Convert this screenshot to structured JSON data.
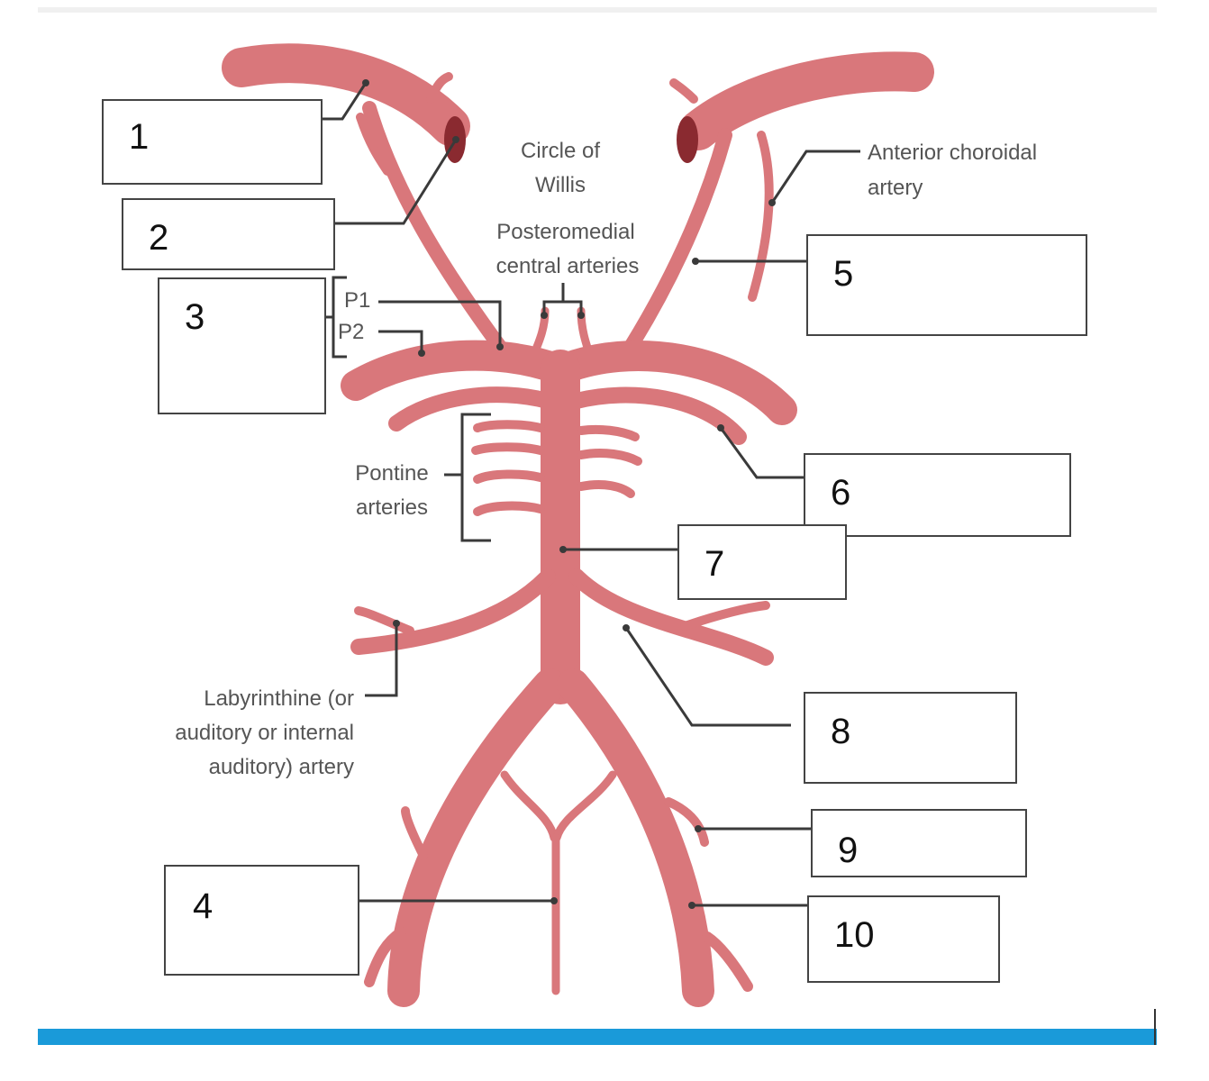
{
  "colors": {
    "artery": "#d9777b",
    "artery_dark": "#8a2a30",
    "leader": "#3a3a3a",
    "accent_bar": "#1a9ad9"
  },
  "labels": {
    "circle_of_willis": [
      "Circle of",
      "Willis"
    ],
    "posteromedial": [
      "Posteromedial",
      "central arteries"
    ],
    "anterior_choroidal": [
      "Anterior choroidal",
      "artery"
    ],
    "p1": "P1",
    "p2": "P2",
    "pontine": [
      "Pontine",
      "arteries"
    ],
    "labyrinthine": [
      "Labyrinthine (or",
      "auditory or internal",
      "auditory) artery"
    ]
  },
  "boxes": [
    {
      "id": "box-1",
      "number": "1"
    },
    {
      "id": "box-2",
      "number": "2"
    },
    {
      "id": "box-3",
      "number": "3"
    },
    {
      "id": "box-4",
      "number": "4"
    },
    {
      "id": "box-5",
      "number": "5"
    },
    {
      "id": "box-6",
      "number": "6"
    },
    {
      "id": "box-7",
      "number": "7"
    },
    {
      "id": "box-8",
      "number": "8"
    },
    {
      "id": "box-9",
      "number": "9"
    },
    {
      "id": "box-10",
      "number": "10"
    }
  ]
}
